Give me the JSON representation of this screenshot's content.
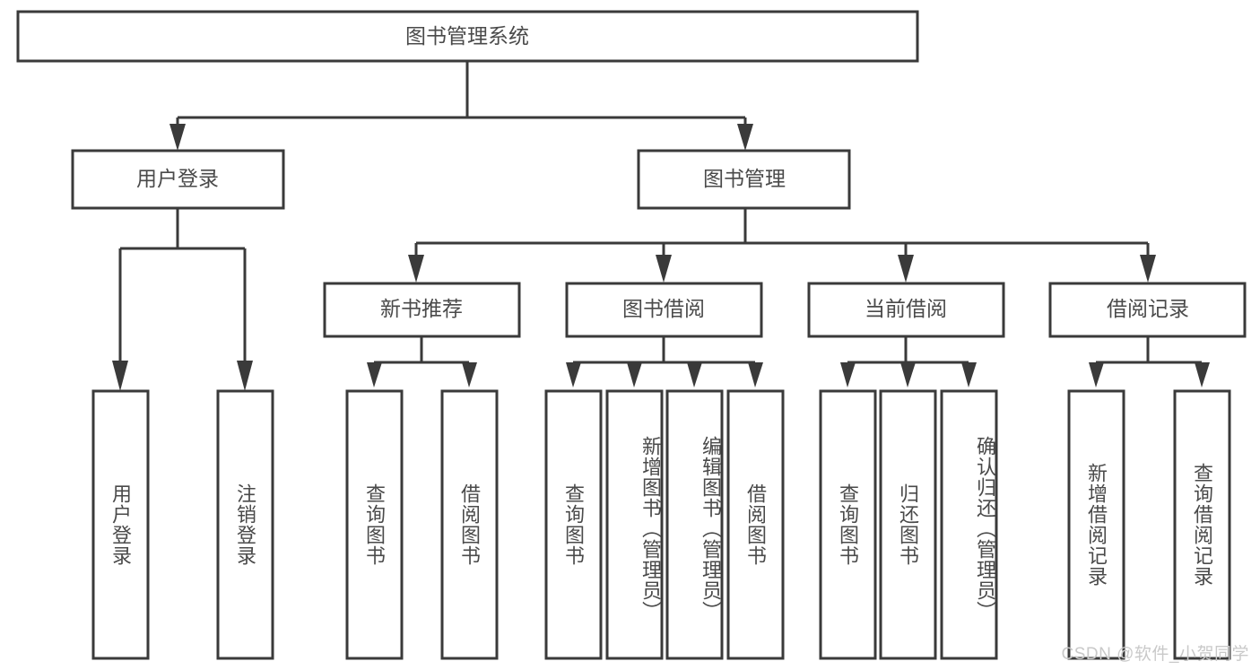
{
  "diagram": {
    "type": "tree",
    "title": "图书管理系统",
    "orientation": "top-down",
    "colors": {
      "box_stroke": "#3a3a3a",
      "box_fill": "#ffffff",
      "text": "#4a4a4a",
      "background": "#ffffff",
      "watermark": "#c9c9c9"
    },
    "root": {
      "label": "图书管理系统"
    },
    "level2": [
      {
        "label": "用户登录"
      },
      {
        "label": "图书管理"
      }
    ],
    "level3": [
      {
        "label": "新书推荐"
      },
      {
        "label": "图书借阅"
      },
      {
        "label": "当前借阅"
      },
      {
        "label": "借阅记录"
      }
    ],
    "leaves": {
      "user_login": [
        {
          "label": "用户登录"
        },
        {
          "label": "注销登录"
        }
      ],
      "new_book_recommend": [
        {
          "label": "查询图书"
        },
        {
          "label": "借阅图书"
        }
      ],
      "book_borrow": [
        {
          "label": "查询图书"
        },
        {
          "label": "新增图书（管理员）"
        },
        {
          "label": "编辑图书（管理员）"
        },
        {
          "label": "借阅图书"
        }
      ],
      "current_borrow": [
        {
          "label": "查询图书"
        },
        {
          "label": "归还图书"
        },
        {
          "label": "确认归还（管理员）"
        }
      ],
      "borrow_record": [
        {
          "label": "新增借阅记录"
        },
        {
          "label": "查询借阅记录"
        }
      ]
    }
  },
  "watermark": {
    "text": "CSDN @软件_小贺同学"
  }
}
